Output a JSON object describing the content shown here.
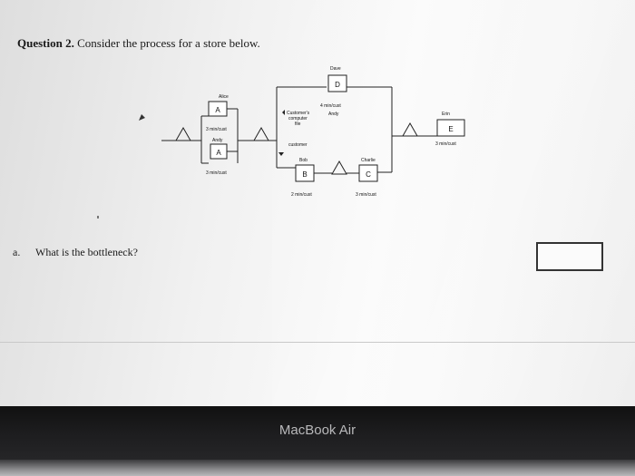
{
  "question": {
    "number_label": "Question 2.",
    "prompt": "Consider the process for a store below."
  },
  "diagram": {
    "stations": {
      "alice": {
        "worker": "Alice",
        "letter": "A",
        "rate": "3 min/cust"
      },
      "andy_a": {
        "worker": "Andy",
        "letter": "A",
        "rate": "3 min/cust"
      },
      "dave": {
        "worker": "Dave",
        "letter": "D",
        "rate": "4 min/cust"
      },
      "bob": {
        "worker": "Bob",
        "letter": "B",
        "rate": "2 min/cust"
      },
      "charlie": {
        "worker": "Charlie",
        "letter": "C",
        "rate": "3 min/cust"
      },
      "erin": {
        "worker": "Erin",
        "letter": "E",
        "rate": "3 min/cust"
      }
    },
    "file_label_lines": [
      "Customer's",
      "computer",
      "file"
    ],
    "customer_label": "customer",
    "andy_label_d": "Andy"
  },
  "part_a": {
    "letter": "a.",
    "text": "What is the bottleneck?"
  },
  "device": {
    "brand": "MacBook Air"
  }
}
